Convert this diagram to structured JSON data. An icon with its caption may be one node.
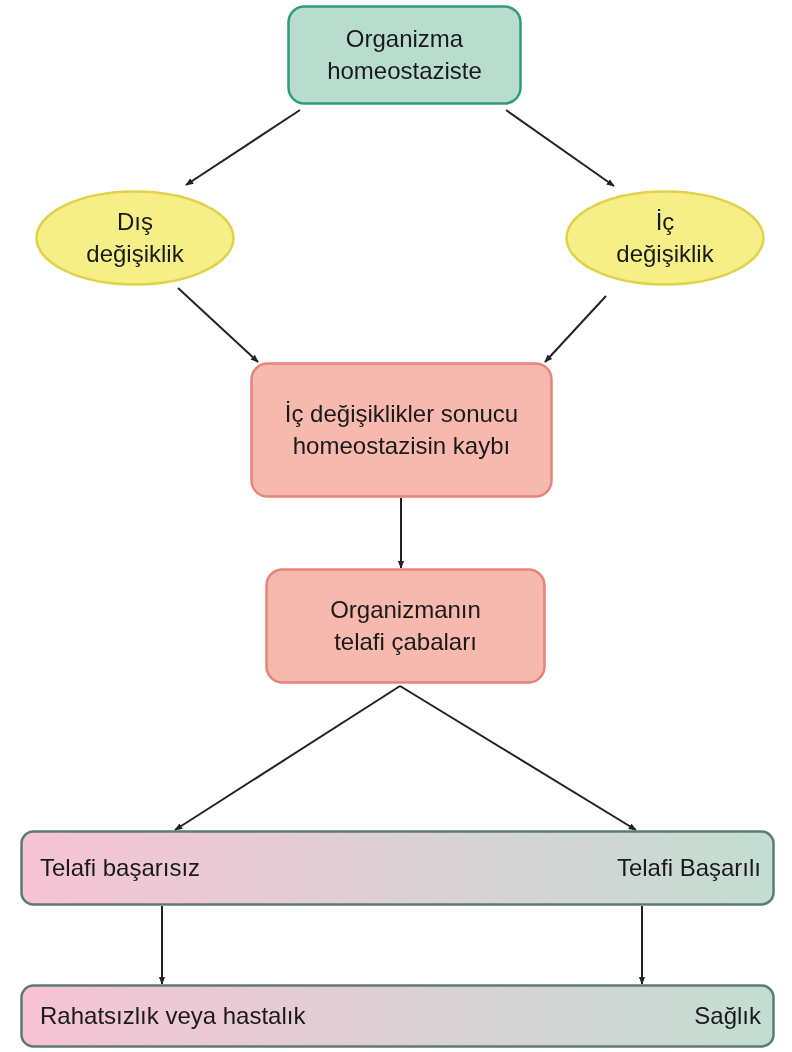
{
  "diagram": {
    "nodes": [
      {
        "text": [
          "Organizma homeostaziste"
        ]
      },
      {
        "text": [
          "Dış değişiklik"
        ]
      },
      {
        "text": [
          "İç değişiklik"
        ]
      },
      {
        "text": [
          "İç değişiklikler sonucu homeostazisin kaybı"
        ]
      },
      {
        "text": [
          "Organizmanın telafi çabaları"
        ]
      },
      {
        "text": [],
        "shape": "bar"
      },
      {
        "text": [
          "Telafi başarısız"
        ],
        "in": 5
      },
      {
        "text": [
          "Telafi Başarılı"
        ],
        "in": 5
      },
      {
        "text": [],
        "shape": "bar"
      },
      {
        "text": [
          "Rahatsızlık veya hastalık"
        ],
        "in": 8
      },
      {
        "text": [
          "Sağlık"
        ],
        "in": 8
      }
    ],
    "edges": [
      {
        "from": 0,
        "to": 1,
        "arrow": "to"
      },
      {
        "from": 0,
        "to": 2,
        "arrow": "to"
      },
      {
        "from": 1,
        "to": 3,
        "arrow": "to"
      },
      {
        "from": 2,
        "to": 3,
        "arrow": "to"
      },
      {
        "from": 3,
        "to": 4,
        "arrow": "to"
      },
      {
        "from": 4,
        "to": 6,
        "arrow": "to"
      },
      {
        "from": 4,
        "to": 7,
        "arrow": "to"
      },
      {
        "from": 6,
        "to": 9,
        "arrow": "to"
      },
      {
        "from": 7,
        "to": 10,
        "arrow": "to"
      }
    ]
  }
}
